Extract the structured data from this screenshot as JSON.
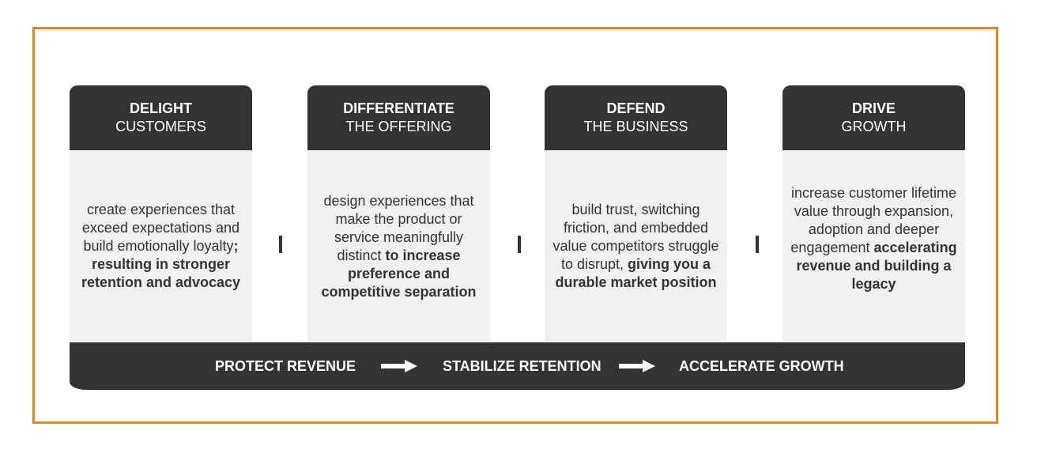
{
  "colors": {
    "frame_border": "#e08a2e",
    "dark": "#333333",
    "card_body": "#f1f1f1",
    "text_light": "#ffffff"
  },
  "cards": [
    {
      "title_bold": "DELIGHT",
      "title_light": "CUSTOMERS",
      "body_text": "create experiences that exceed expectations and build emotionally loyalty",
      "body_bold": "; resulting in stronger retention and advocacy"
    },
    {
      "title_bold": "DIFFERENTIATE",
      "title_light": "THE OFFERING",
      "body_text": "design experiences that make the product or service meaningfully distinct ",
      "body_bold": "to increase preference and competitive separation"
    },
    {
      "title_bold": "DEFEND",
      "title_light": "THE BUSINESS",
      "body_text": "build trust, switching friction, and embedded value competitors struggle to disrupt, ",
      "body_bold": "giving you a durable market position"
    },
    {
      "title_bold": "DRIVE",
      "title_light": "GROWTH",
      "body_text": "increase customer lifetime value through expansion, adoption and deeper engagement ",
      "body_bold": "accelerating revenue and building a legacy"
    }
  ],
  "flow": {
    "steps": [
      "PROTECT REVENUE",
      "STABILIZE RETENTION",
      "ACCELERATE GROWTH"
    ],
    "connector_icon": "right-arrow-icon"
  }
}
